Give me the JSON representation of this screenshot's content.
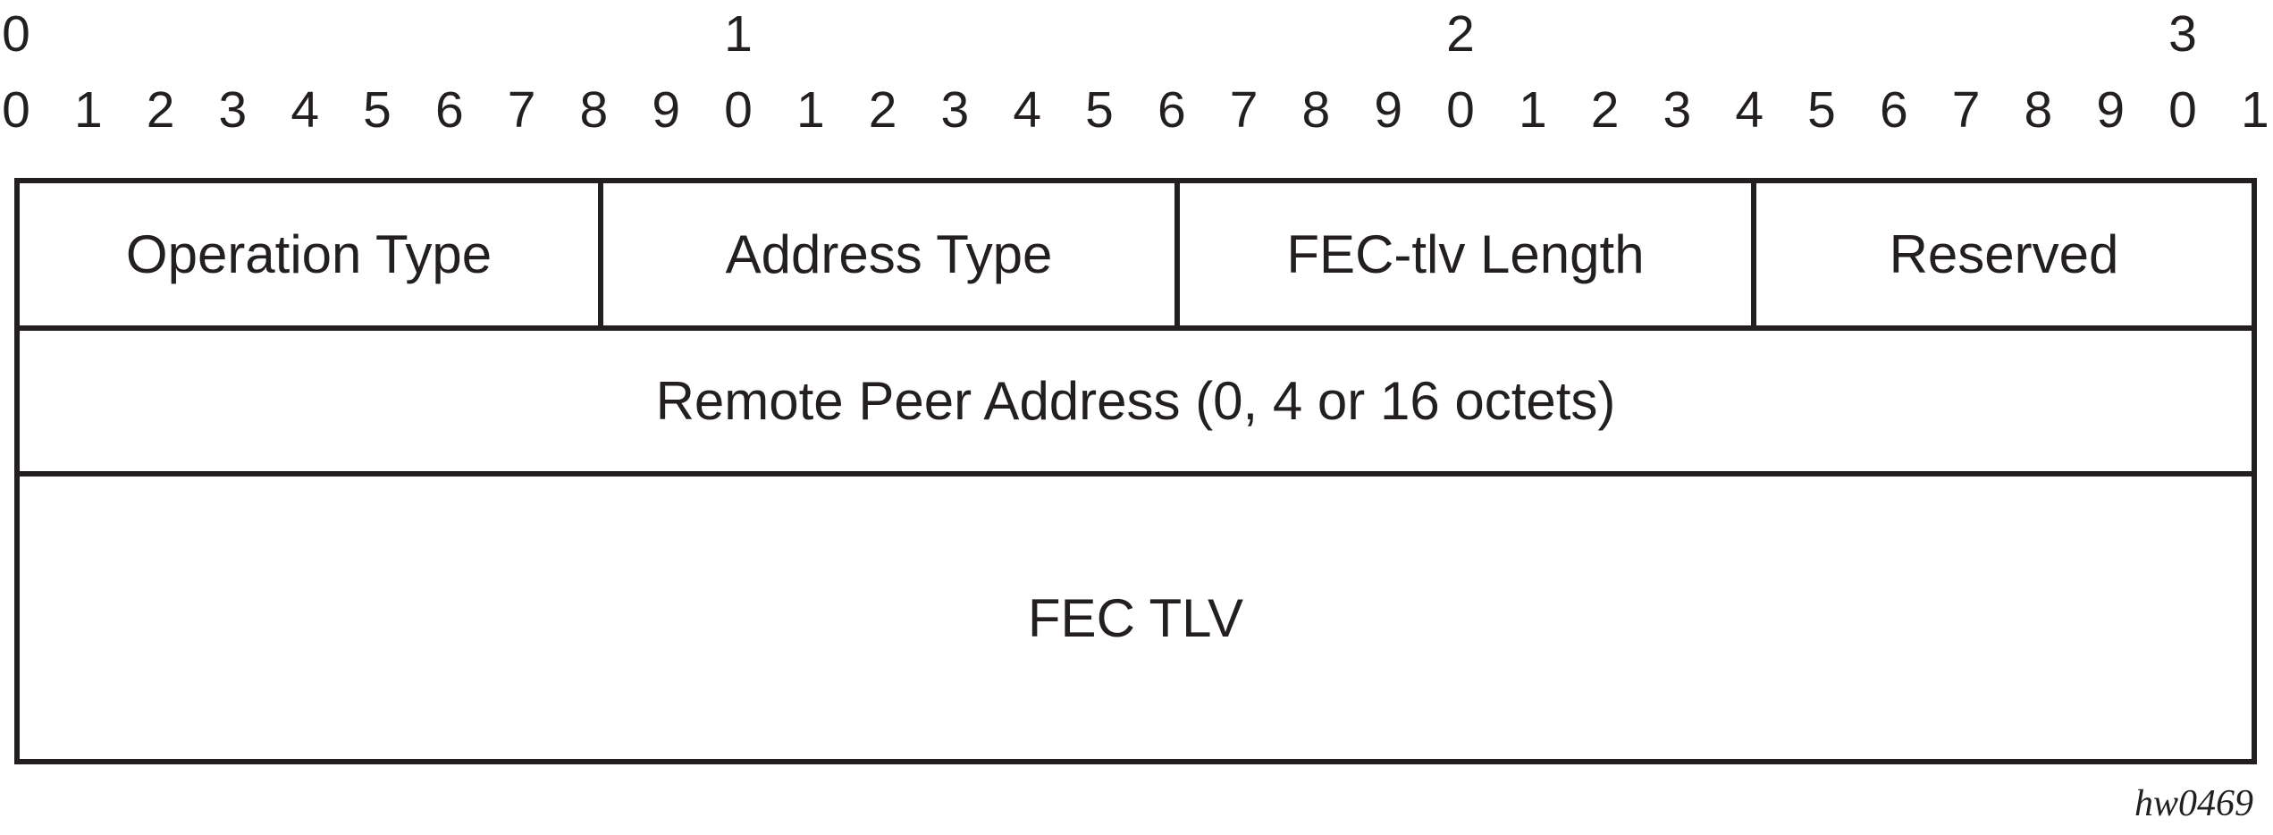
{
  "bit_ruler": {
    "tens": [
      "0",
      "1",
      "2",
      "3"
    ],
    "ones": [
      "0",
      "1",
      "2",
      "3",
      "4",
      "5",
      "6",
      "7",
      "8",
      "9",
      "0",
      "1",
      "2",
      "3",
      "4",
      "5",
      "6",
      "7",
      "8",
      "9",
      "0",
      "1",
      "2",
      "3",
      "4",
      "5",
      "6",
      "7",
      "8",
      "9",
      "0",
      "1"
    ]
  },
  "fields": {
    "row1": [
      "Operation Type",
      "Address Type",
      "FEC-tlv Length",
      "Reserved"
    ],
    "row2": "Remote Peer Address (0, 4 or 16 octets)",
    "row3": "FEC TLV"
  },
  "figure_tag": "hw0469",
  "colors": {
    "line": "#231f20",
    "text": "#231f20",
    "background": "#ffffff"
  }
}
